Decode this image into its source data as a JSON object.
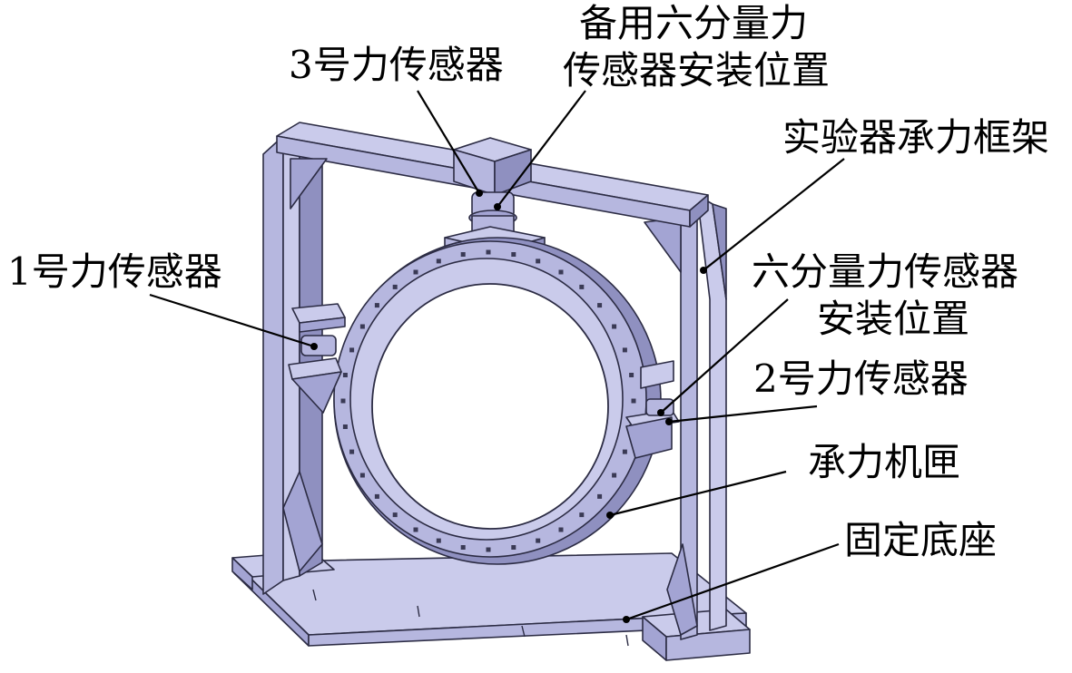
{
  "labels": {
    "spare_six_axis_line1": "备用六分量力",
    "spare_six_axis_line2": "传感器安装位置",
    "sensor_3": "3号力传感器",
    "test_frame": "实验器承力框架",
    "sensor_1": "1号力传感器",
    "six_axis_line1": "六分量力传感器",
    "six_axis_line2": "安装位置",
    "sensor_2": "2号力传感器",
    "casing": "承力机匣",
    "base": "固定底座"
  },
  "colors": {
    "steel": "#b6b7df",
    "outline": "#2c2c44",
    "text": "#000000"
  }
}
